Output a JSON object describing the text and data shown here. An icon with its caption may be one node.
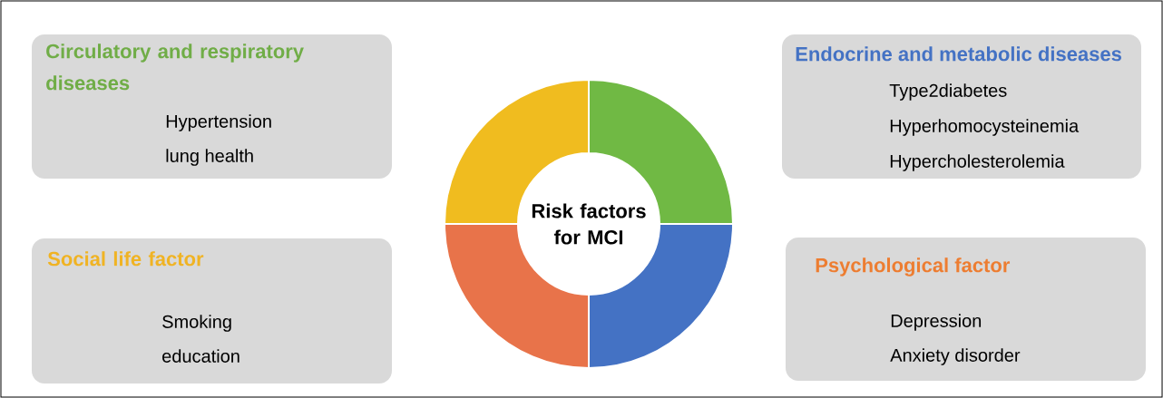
{
  "diagram": {
    "nodes": [
      {
        "text": [
          "Circulatory and respiratory diseases",
          "Hypertension",
          "lung health"
        ]
      },
      {
        "text": [
          "Endocrine and metabolic diseases",
          "Type2diabetes",
          "Hyperhomocysteinemia",
          "Hypercholesterolemia"
        ]
      },
      {
        "text": [
          "Risk factors for MCI"
        ]
      },
      {
        "text": [
          "Social life factor",
          "Smoking",
          "education"
        ]
      },
      {
        "text": [
          "Psychological factor",
          "Depression",
          "Anxiety disorder"
        ]
      }
    ]
  }
}
